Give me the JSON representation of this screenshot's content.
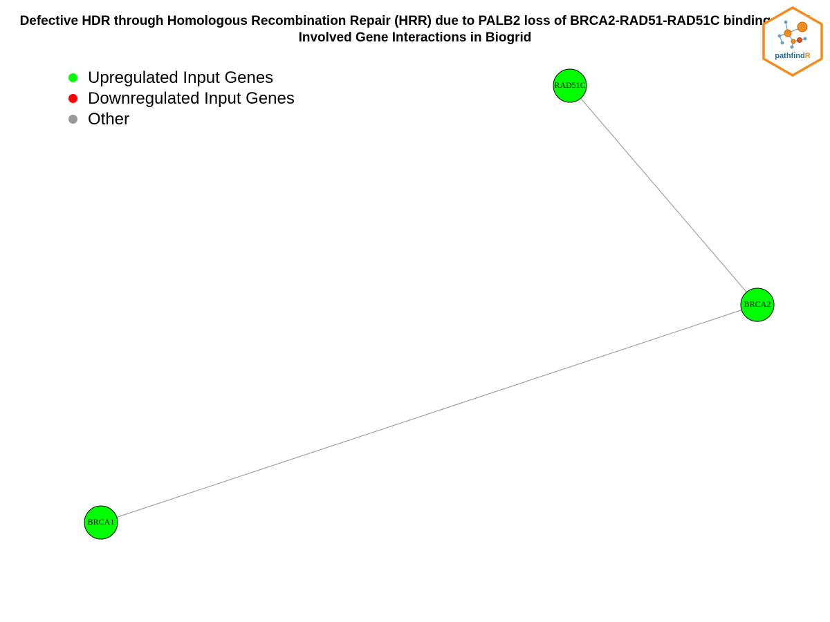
{
  "title": {
    "line1": "Defective HDR through Homologous Recombination Repair (HRR) due to PALB2 loss of BRCA2-RAD51-RAD51C binding functi",
    "line2": "Involved Gene Interactions in Biogrid"
  },
  "legend": {
    "items": [
      {
        "label": "Upregulated Input Genes",
        "color": "#00ff00"
      },
      {
        "label": "Downregulated Input Genes",
        "color": "#ff0000"
      },
      {
        "label": "Other",
        "color": "#999999"
      }
    ]
  },
  "network": {
    "node_fill": "#00ff00",
    "edge_color": "#a0a0a0",
    "nodes": [
      {
        "id": "RAD51C",
        "label": "RAD51C"
      },
      {
        "id": "BRCA2",
        "label": "BRCA2"
      },
      {
        "id": "BRCA1",
        "label": "BRCA1"
      }
    ],
    "edges": [
      {
        "source": "RAD51C",
        "target": "BRCA2"
      },
      {
        "source": "BRCA2",
        "target": "BRCA1"
      }
    ]
  },
  "logo": {
    "brand_main": "pathfind",
    "brand_suffix": "R",
    "border_color": "#f28c1e",
    "text_color": "#1f6fa0"
  }
}
